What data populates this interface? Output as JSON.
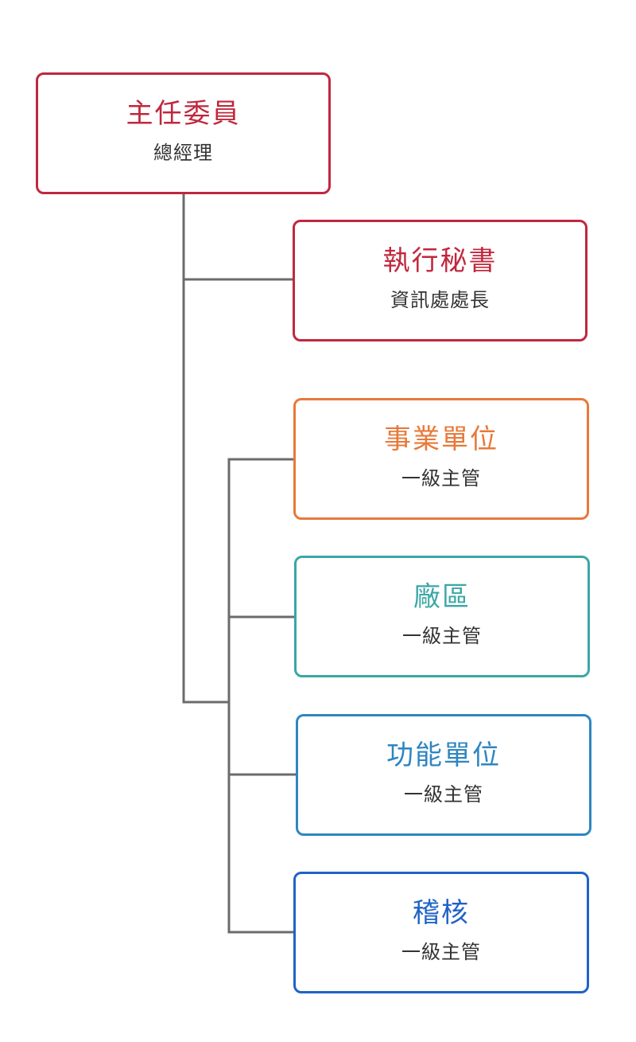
{
  "nodes": {
    "chair": {
      "title": "主任委員",
      "subtitle": "總經理",
      "color": "#c0283e"
    },
    "secretary": {
      "title": "執行秘書",
      "subtitle": "資訊處處長",
      "color": "#c0283e"
    },
    "business": {
      "title": "事業單位",
      "subtitle": "一級主管",
      "color": "#e8793a"
    },
    "plant": {
      "title": "廠區",
      "subtitle": "一級主管",
      "color": "#3ba7a5"
    },
    "functional": {
      "title": "功能單位",
      "subtitle": "一級主管",
      "color": "#2e86c1"
    },
    "audit": {
      "title": "稽核",
      "subtitle": "一級主管",
      "color": "#1f63c6"
    }
  },
  "connector_color": "#6b6b6b"
}
